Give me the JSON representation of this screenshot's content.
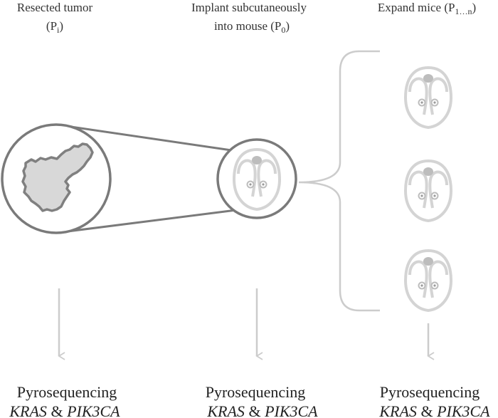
{
  "colors": {
    "circle_stroke": "#7a7a7a",
    "mouse_stroke": "#d4d4d4",
    "mouse_fill": "#ffffff",
    "mouse_spot": "#bdbdbd",
    "tumor_fill": "#d8d8d8",
    "tumor_stroke": "#808080",
    "arrow": "#cccccc",
    "bracket": "#cccccc",
    "text": "#333333"
  },
  "headers": {
    "col1_line1": "Resected tumor",
    "col1_line2_main": "(P",
    "col1_line2_sub": "i",
    "col1_line2_close": ")",
    "col2_line1": "Implant subcutaneously",
    "col2_line2_main": "into mouse (P",
    "col2_line2_sub": "0",
    "col2_line2_close": ")",
    "col3_main": "Expand mice (P",
    "col3_sub": "1…n",
    "col3_close": ")"
  },
  "outputs": [
    {
      "title": "Pyrosequencing",
      "genes_a": "KRAS",
      "amp": " & ",
      "genes_b": "PIK3CA"
    },
    {
      "title": "Pyrosequencing",
      "genes_a": "KRAS",
      "amp": " & ",
      "genes_b": "PIK3CA"
    },
    {
      "title": "Pyrosequencing",
      "genes_a": "KRAS",
      "amp": " & ",
      "genes_b": "PIK3CA"
    }
  ],
  "icons": {
    "tumor": "tumor-tissue-icon",
    "mouse": "mouse-back-view-icon",
    "arrow": "arrow-down-icon",
    "bracket": "bracket-icon"
  }
}
